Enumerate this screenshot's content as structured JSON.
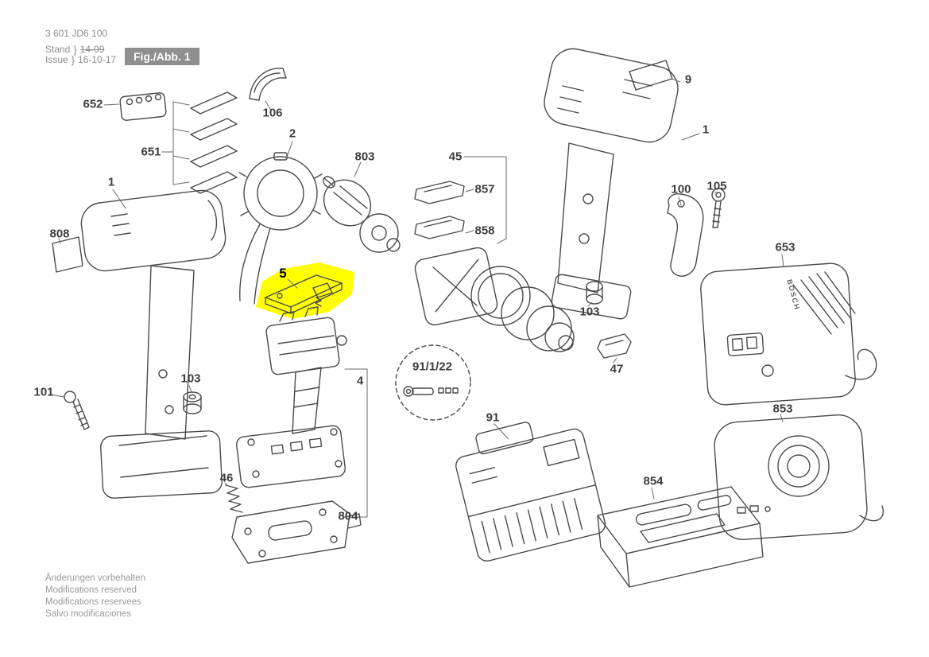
{
  "header": {
    "doc_number": "3 601 JD6 100",
    "stand": {
      "label": "Stand",
      "brace": "}",
      "value": "14-09"
    },
    "issue": {
      "label": "Issue",
      "brace": "}",
      "value": "16-10-17"
    },
    "fig_label": "Fig./Abb. 1"
  },
  "charger_brand": "BOSCH",
  "highlight_color": "#ffff00",
  "parts": [
    {
      "label": "652"
    },
    {
      "label": "651"
    },
    {
      "label": "106"
    },
    {
      "label": "2"
    },
    {
      "label": "803"
    },
    {
      "label": "45"
    },
    {
      "label": "857"
    },
    {
      "label": "858"
    },
    {
      "label": "1"
    },
    {
      "label": "808"
    },
    {
      "label": "5",
      "highlighted": true
    },
    {
      "label": "9"
    },
    {
      "label": "1"
    },
    {
      "label": "100"
    },
    {
      "label": "105"
    },
    {
      "label": "653"
    },
    {
      "label": "103"
    },
    {
      "label": "47"
    },
    {
      "label": "101"
    },
    {
      "label": "103"
    },
    {
      "label": "4"
    },
    {
      "label": "91/1/22"
    },
    {
      "label": "91"
    },
    {
      "label": "46"
    },
    {
      "label": "804"
    },
    {
      "label": "853"
    },
    {
      "label": "854"
    }
  ],
  "footer": {
    "lines": [
      "Änderungen vorbehalten",
      "Modifications reserved",
      "Modifications reservees",
      "Salvo modificaciones"
    ]
  }
}
